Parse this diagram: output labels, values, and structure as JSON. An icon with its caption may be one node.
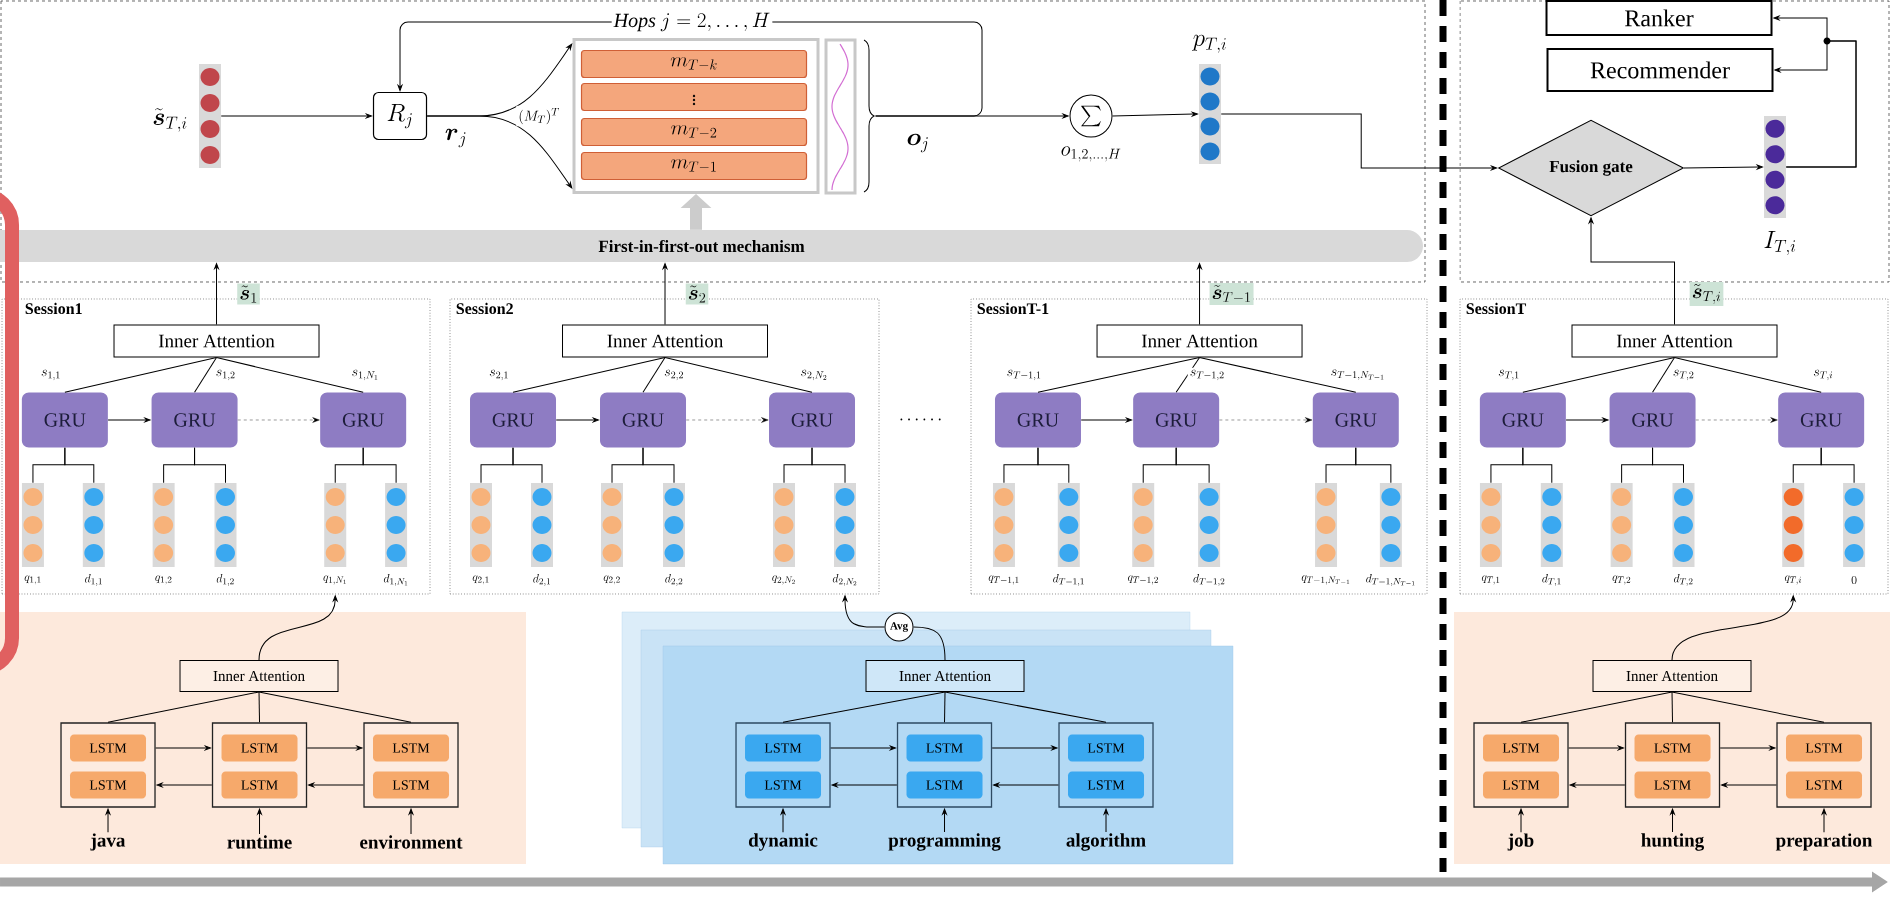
{
  "diagram": {
    "nodes": [
      {
        "text": [],
        "shape": "bar"
      },
      {
        "text": [
          "R_j"
        ],
        "beside": [
          "\\boldsymbol{r}_j"
        ]
      },
      {
        "text": [],
        "shape": "box"
      },
      {
        "text": [
          "m_{T-k}"
        ],
        "in": 2
      },
      {
        "text": [
          "\\vdots"
        ],
        "in": 2
      },
      {
        "text": [
          "m_{T-2}"
        ],
        "in": 2
      },
      {
        "text": [
          "m_{T-1}"
        ],
        "in": 2
      },
      {
        "text": [
          "\\sum"
        ],
        "beside": [
          "o_{1,2,\\ldots,H}"
        ]
      },
      {
        "text": [],
        "shape": "bar",
        "beside": [
          "p_{T,i}"
        ]
      },
      {
        "text": [
          "Fusion gate"
        ]
      },
      {
        "text": [],
        "shape": "bar",
        "beside": [
          "I_{T,i}"
        ]
      },
      {
        "text": [
          "Ranker"
        ]
      },
      {
        "text": [
          "Recommender"
        ]
      },
      {
        "text": [
          "First-in-first-out mechanism"
        ]
      },
      {
        "text": [
          "Session1"
        ]
      },
      {
        "text": [
          "Inner Attention"
        ],
        "in": 14
      },
      {
        "text": [
          "GRU"
        ],
        "in": 14
      },
      {
        "text": [
          "GRU"
        ],
        "in": 14
      },
      {
        "text": [
          "GRU"
        ],
        "in": 14
      },
      {
        "text": [],
        "shape": "bar",
        "in": 14,
        "beside": [
          "q_{1,1}"
        ]
      },
      {
        "text": [],
        "shape": "bar",
        "in": 14,
        "beside": [
          "d_{1,1}"
        ]
      },
      {
        "text": [],
        "shape": "bar",
        "in": 14,
        "beside": [
          "q_{1,2}"
        ]
      },
      {
        "text": [],
        "shape": "bar",
        "in": 14,
        "beside": [
          "d_{1,2}"
        ]
      },
      {
        "text": [],
        "shape": "bar",
        "in": 14,
        "beside": [
          "q_{1,N_1}"
        ]
      },
      {
        "text": [],
        "shape": "bar",
        "in": 14,
        "beside": [
          "d_{1,N_1}"
        ]
      },
      {
        "text": [
          "Session2"
        ]
      },
      {
        "text": [
          "Inner Attention"
        ],
        "in": 25
      },
      {
        "text": [
          "GRU"
        ],
        "in": 25
      },
      {
        "text": [
          "GRU"
        ],
        "in": 25
      },
      {
        "text": [
          "GRU"
        ],
        "in": 25
      },
      {
        "text": [],
        "shape": "bar",
        "in": 25,
        "beside": [
          "q_{2,1}"
        ]
      },
      {
        "text": [],
        "shape": "bar",
        "in": 25,
        "beside": [
          "d_{2,1}"
        ]
      },
      {
        "text": [],
        "shape": "bar",
        "in": 25,
        "beside": [
          "q_{2,2}"
        ]
      },
      {
        "text": [],
        "shape": "bar",
        "in": 25,
        "beside": [
          "d_{2,2}"
        ]
      },
      {
        "text": [],
        "shape": "bar",
        "in": 25,
        "beside": [
          "q_{2,N_2}"
        ]
      },
      {
        "text": [],
        "shape": "bar",
        "in": 25,
        "beside": [
          "d_{2,N_2}"
        ]
      },
      {
        "text": [
          "SessionT-1"
        ]
      },
      {
        "text": [
          "Inner Attention"
        ],
        "in": 36
      },
      {
        "text": [
          "GRU"
        ],
        "in": 36
      },
      {
        "text": [
          "GRU"
        ],
        "in": 36
      },
      {
        "text": [
          "GRU"
        ],
        "in": 36
      },
      {
        "text": [],
        "shape": "bar",
        "in": 36,
        "beside": [
          "q_{T-1,1}"
        ]
      },
      {
        "text": [],
        "shape": "bar",
        "in": 36,
        "beside": [
          "d_{T-1,1}"
        ]
      },
      {
        "text": [],
        "shape": "bar",
        "in": 36,
        "beside": [
          "q_{T-1,2}"
        ]
      },
      {
        "text": [],
        "shape": "bar",
        "in": 36,
        "beside": [
          "d_{T-1,2}"
        ]
      },
      {
        "text": [],
        "shape": "bar",
        "in": 36,
        "beside": [
          "q_{T-1,N_{T-1}}"
        ]
      },
      {
        "text": [],
        "shape": "bar",
        "in": 36,
        "beside": [
          "d_{T-1,N_{T-1}}"
        ]
      },
      {
        "text": [
          "SessionT"
        ]
      },
      {
        "text": [
          "Inner Attention"
        ],
        "in": 47
      },
      {
        "text": [
          "GRU"
        ],
        "in": 47
      },
      {
        "text": [
          "GRU"
        ],
        "in": 47
      },
      {
        "text": [
          "GRU"
        ],
        "in": 47
      },
      {
        "text": [],
        "shape": "bar",
        "in": 47,
        "beside": [
          "q_{T,1}"
        ]
      },
      {
        "text": [],
        "shape": "bar",
        "in": 47,
        "beside": [
          "d_{T,1}"
        ]
      },
      {
        "text": [],
        "shape": "bar",
        "in": 47,
        "beside": [
          "q_{T,2}"
        ]
      },
      {
        "text": [],
        "shape": "bar",
        "in": 47,
        "beside": [
          "d_{T,2}"
        ]
      },
      {
        "text": [],
        "shape": "bar",
        "in": 47,
        "beside": [
          "q_{T,i}"
        ]
      },
      {
        "text": [],
        "shape": "bar",
        "in": 47,
        "beside": [
          "0"
        ]
      },
      {
        "text": [],
        "shape": "box"
      },
      {
        "text": [
          "Inner Attention"
        ],
        "in": 58
      },
      {
        "text": [],
        "shape": "box",
        "in": 58
      },
      {
        "text": [
          "LSTM"
        ],
        "in": 60
      },
      {
        "text": [
          "LSTM"
        ],
        "in": 60
      },
      {
        "text": [],
        "shape": "box",
        "in": 58
      },
      {
        "text": [
          "LSTM"
        ],
        "in": 63
      },
      {
        "text": [
          "LSTM"
        ],
        "in": 63
      },
      {
        "text": [],
        "shape": "box",
        "in": 58
      },
      {
        "text": [
          "LSTM"
        ],
        "in": 66
      },
      {
        "text": [
          "LSTM"
        ],
        "in": 66
      },
      {
        "text": [
          "java"
        ],
        "in": 58
      },
      {
        "text": [
          "runtime"
        ],
        "in": 58
      },
      {
        "text": [
          "environment"
        ],
        "in": 58
      },
      {
        "text": [],
        "shape": "box"
      },
      {
        "text": [
          "Inner Attention"
        ],
        "in": 72
      },
      {
        "text": [],
        "shape": "box",
        "in": 72
      },
      {
        "text": [
          "LSTM"
        ],
        "in": 74
      },
      {
        "text": [
          "LSTM"
        ],
        "in": 74
      },
      {
        "text": [],
        "shape": "box",
        "in": 72
      },
      {
        "text": [
          "LSTM"
        ],
        "in": 77
      },
      {
        "text": [
          "LSTM"
        ],
        "in": 77
      },
      {
        "text": [],
        "shape": "box",
        "in": 72
      },
      {
        "text": [
          "LSTM"
        ],
        "in": 80
      },
      {
        "text": [
          "LSTM"
        ],
        "in": 80
      },
      {
        "text": [
          "dynamic"
        ],
        "in": 72
      },
      {
        "text": [
          "programming"
        ],
        "in": 72
      },
      {
        "text": [
          "algorithm"
        ],
        "in": 72
      },
      {
        "text": [],
        "shape": "box"
      },
      {
        "text": [
          "Inner Attention"
        ],
        "in": 86
      },
      {
        "text": [],
        "shape": "box",
        "in": 86
      },
      {
        "text": [
          "LSTM"
        ],
        "in": 88
      },
      {
        "text": [
          "LSTM"
        ],
        "in": 88
      },
      {
        "text": [],
        "shape": "box",
        "in": 86
      },
      {
        "text": [
          "LSTM"
        ],
        "in": 91
      },
      {
        "text": [
          "LSTM"
        ],
        "in": 91
      },
      {
        "text": [],
        "shape": "box",
        "in": 86
      },
      {
        "text": [
          "LSTM"
        ],
        "in": 94
      },
      {
        "text": [
          "LSTM"
        ],
        "in": 94
      },
      {
        "text": [
          "job"
        ],
        "in": 86
      },
      {
        "text": [
          "hunting"
        ],
        "in": 86
      },
      {
        "text": [
          "preparation"
        ],
        "in": 86
      },
      {
        "text": [
          "Avg"
        ]
      }
    ],
    "edges": [
      {
        "from": 0,
        "to": 1,
        "arrow": "to"
      },
      {
        "from": 1,
        "to": 2,
        "arrow": "to",
        "label": "(M_T)^T"
      },
      {
        "from": 1,
        "to": 2,
        "arrow": "to"
      },
      {
        "from": 2,
        "to": 1,
        "arrow": "to",
        "label": "\\mathit{Hops}\\ j=2,\\ldots,H"
      },
      {
        "from": 2,
        "to": 7,
        "arrow": "to",
        "label": "\\boldsymbol{o}_j"
      },
      {
        "from": 7,
        "to": 8,
        "arrow": "to"
      },
      {
        "from": 8,
        "to": 9,
        "arrow": "to"
      },
      {
        "from": 9,
        "to": 10,
        "arrow": "to"
      },
      {
        "from": 10,
        "to": 11,
        "arrow": "to"
      },
      {
        "from": 10,
        "to": 12,
        "arrow": "to"
      },
      {
        "from": 13,
        "to": 2,
        "arrow": "to",
        "style": "thick",
        "color": "#cccccc"
      },
      {
        "from": 15,
        "to": 13,
        "arrow": "to",
        "label": "\\tilde{\\boldsymbol{s}}_1"
      },
      {
        "from": 16,
        "to": 15,
        "arrow": "none",
        "label": "s_{1,1}"
      },
      {
        "from": 17,
        "to": 15,
        "arrow": "none",
        "label": "s_{1,2}"
      },
      {
        "from": 18,
        "to": 15,
        "arrow": "none",
        "label": "s_{1,N_1}"
      },
      {
        "from": 16,
        "to": 17,
        "arrow": "to"
      },
      {
        "from": 17,
        "to": 18,
        "arrow": "to",
        "style": "dashed"
      },
      {
        "from": 19,
        "to": 16,
        "arrow": "none"
      },
      {
        "from": 20,
        "to": 16,
        "arrow": "none"
      },
      {
        "from": 21,
        "to": 17,
        "arrow": "none"
      },
      {
        "from": 22,
        "to": 17,
        "arrow": "none"
      },
      {
        "from": 23,
        "to": 18,
        "arrow": "none"
      },
      {
        "from": 24,
        "to": 18,
        "arrow": "none"
      },
      {
        "from": 26,
        "to": 13,
        "arrow": "to",
        "label": "\\tilde{\\boldsymbol{s}}_2"
      },
      {
        "from": 27,
        "to": 26,
        "arrow": "none",
        "label": "s_{2,1}"
      },
      {
        "from": 28,
        "to": 26,
        "arrow": "none",
        "label": "s_{2,2}"
      },
      {
        "from": 29,
        "to": 26,
        "arrow": "none",
        "label": "s_{2,N_2}"
      },
      {
        "from": 27,
        "to": 28,
        "arrow": "to"
      },
      {
        "from": 28,
        "to": 29,
        "arrow": "to",
        "style": "dashed"
      },
      {
        "from": 30,
        "to": 27,
        "arrow": "none"
      },
      {
        "from": 31,
        "to": 27,
        "arrow": "none"
      },
      {
        "from": 32,
        "to": 28,
        "arrow": "none"
      },
      {
        "from": 33,
        "to": 28,
        "arrow": "none"
      },
      {
        "from": 34,
        "to": 29,
        "arrow": "none"
      },
      {
        "from": 35,
        "to": 29,
        "arrow": "none"
      },
      {
        "from": 37,
        "to": 13,
        "arrow": "to",
        "label": "\\tilde{\\boldsymbol{s}}_{T-1}"
      },
      {
        "from": 38,
        "to": 37,
        "arrow": "none",
        "label": "s_{T-1,1}"
      },
      {
        "from": 39,
        "to": 37,
        "arrow": "none",
        "label": "s_{T-1,2}"
      },
      {
        "from": 40,
        "to": 37,
        "arrow": "none",
        "label": "s_{T-1,N_{T-1}}"
      },
      {
        "from": 38,
        "to": 39,
        "arrow": "to"
      },
      {
        "from": 39,
        "to": 40,
        "arrow": "to",
        "style": "dashed"
      },
      {
        "from": 41,
        "to": 38,
        "arrow": "none"
      },
      {
        "from": 42,
        "to": 38,
        "arrow": "none"
      },
      {
        "from": 43,
        "to": 39,
        "arrow": "none"
      },
      {
        "from": 44,
        "to": 39,
        "arrow": "none"
      },
      {
        "from": 45,
        "to": 40,
        "arrow": "none"
      },
      {
        "from": 46,
        "to": 40,
        "arrow": "none"
      },
      {
        "from": 48,
        "to": 9,
        "arrow": "to",
        "label": "\\tilde{\\boldsymbol{s}}_{T,i}"
      },
      {
        "from": 49,
        "to": 48,
        "arrow": "none",
        "label": "s_{T,1}"
      },
      {
        "from": 50,
        "to": 48,
        "arrow": "none",
        "label": "s_{T,2}"
      },
      {
        "from": 51,
        "to": 48,
        "arrow": "none",
        "label": "s_{T,i}"
      },
      {
        "from": 49,
        "to": 50,
        "arrow": "to"
      },
      {
        "from": 50,
        "to": 51,
        "arrow": "to",
        "style": "dashed"
      },
      {
        "from": 52,
        "to": 49,
        "arrow": "none"
      },
      {
        "from": 53,
        "to": 49,
        "arrow": "none"
      },
      {
        "from": 54,
        "to": 50,
        "arrow": "none"
      },
      {
        "from": 55,
        "to": 50,
        "arrow": "none"
      },
      {
        "from": 56,
        "to": 51,
        "arrow": "none"
      },
      {
        "from": 57,
        "to": 51,
        "arrow": "none"
      },
      {
        "from": 60,
        "to": 63,
        "arrow": "to"
      },
      {
        "from": 63,
        "to": 66,
        "arrow": "to"
      },
      {
        "from": 63,
        "to": 60,
        "arrow": "to"
      },
      {
        "from": 66,
        "to": 63,
        "arrow": "to"
      },
      {
        "from": 69,
        "to": 60,
        "arrow": "to"
      },
      {
        "from": 70,
        "to": 63,
        "arrow": "to"
      },
      {
        "from": 71,
        "to": 66,
        "arrow": "to"
      },
      {
        "from": 60,
        "to": 59,
        "arrow": "none"
      },
      {
        "from": 63,
        "to": 59,
        "arrow": "none"
      },
      {
        "from": 66,
        "to": 59,
        "arrow": "none"
      },
      {
        "from": 59,
        "to": 23,
        "arrow": "to"
      },
      {
        "from": 74,
        "to": 77,
        "arrow": "to"
      },
      {
        "from": 77,
        "to": 80,
        "arrow": "to"
      },
      {
        "from": 77,
        "to": 74,
        "arrow": "to"
      },
      {
        "from": 80,
        "to": 77,
        "arrow": "to"
      },
      {
        "from": 83,
        "to": 74,
        "arrow": "to"
      },
      {
        "from": 84,
        "to": 77,
        "arrow": "to"
      },
      {
        "from": 85,
        "to": 80,
        "arrow": "to"
      },
      {
        "from": 74,
        "to": 73,
        "arrow": "none"
      },
      {
        "from": 77,
        "to": 73,
        "arrow": "none"
      },
      {
        "from": 80,
        "to": 73,
        "arrow": "none"
      },
      {
        "from": 73,
        "to": 100,
        "arrow": "none"
      },
      {
        "from": 100,
        "to": 35,
        "arrow": "to"
      },
      {
        "from": 88,
        "to": 91,
        "arrow": "to"
      },
      {
        "from": 91,
        "to": 94,
        "arrow": "to"
      },
      {
        "from": 91,
        "to": 88,
        "arrow": "to"
      },
      {
        "from": 94,
        "to": 91,
        "arrow": "to"
      },
      {
        "from": 97,
        "to": 88,
        "arrow": "to"
      },
      {
        "from": 98,
        "to": 91,
        "arrow": "to"
      },
      {
        "from": 99,
        "to": 94,
        "arrow": "to"
      },
      {
        "from": 88,
        "to": 87,
        "arrow": "none"
      },
      {
        "from": 91,
        "to": 87,
        "arrow": "none"
      },
      {
        "from": 94,
        "to": 87,
        "arrow": "none"
      },
      {
        "from": 87,
        "to": 56,
        "arrow": "to"
      }
    ],
    "labels": [
      "\\tilde{\\boldsymbol{s}}_{T,i}",
      "\\cdots\\cdots"
    ]
  }
}
